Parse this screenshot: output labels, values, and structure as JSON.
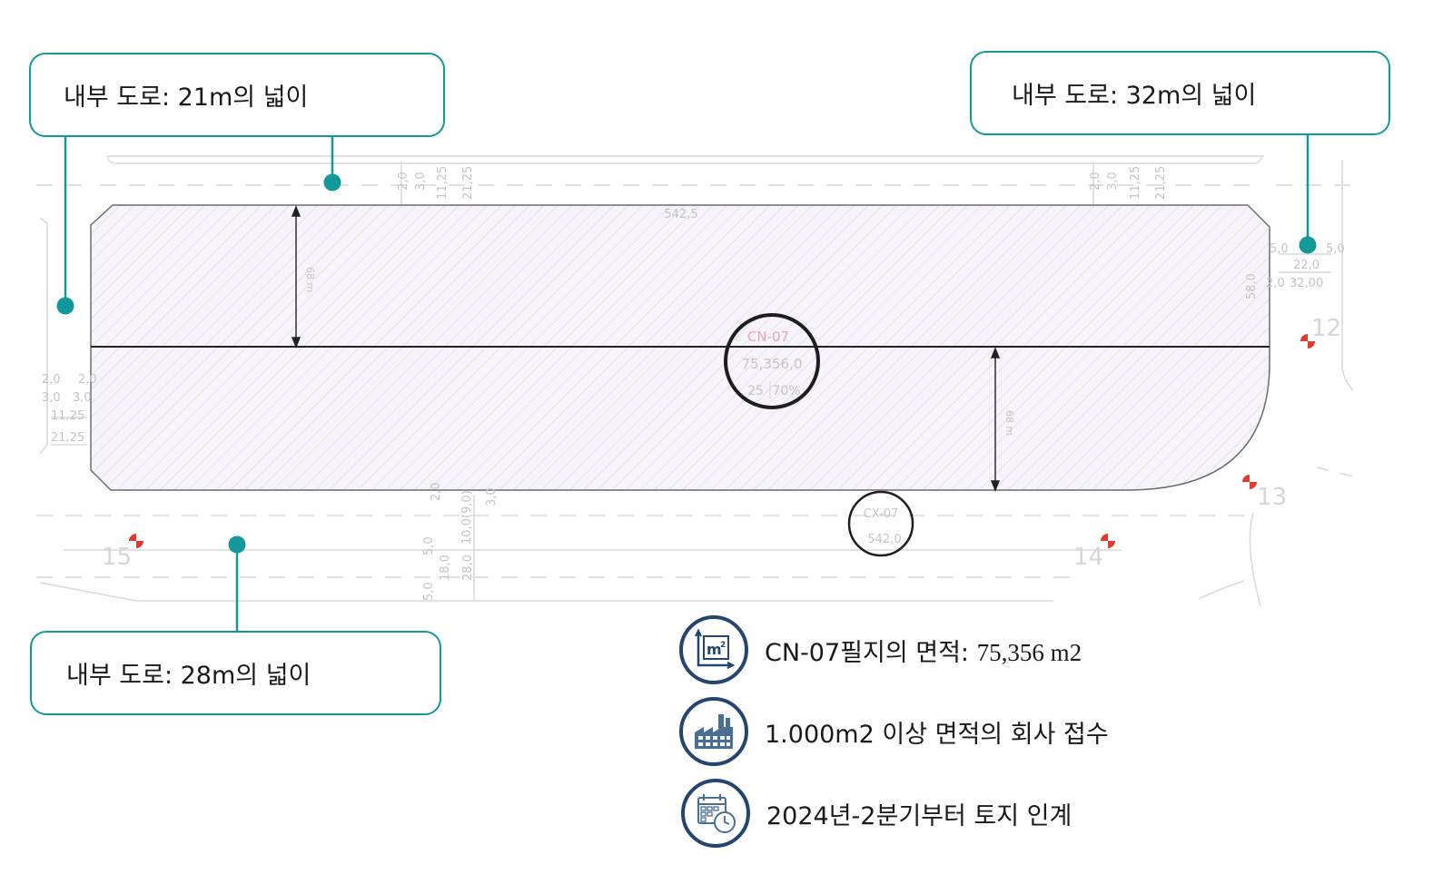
{
  "callouts": {
    "road_21": "내부 도로: 21m의 넓이",
    "road_32": "내부 도로: 32m의 넓이",
    "road_28": "내부 도로: 28m의 넓이"
  },
  "plan": {
    "lot_code": "CN-07",
    "lot_area": "75,356,0",
    "lot_ratio_left": "25",
    "lot_ratio_right": "70%",
    "green_code": "CX-07",
    "green_area": "542,0",
    "top_length": "542,5",
    "depth_top": "68 m",
    "depth_bottom": "68 m",
    "node_12": "12",
    "node_13": "13",
    "node_14": "14",
    "node_15": "15",
    "dims": {
      "d20": "2,0",
      "d30": "3,0",
      "d50": "5,0",
      "d1125": "11,25",
      "d2125": "21,25",
      "d220": "22,0",
      "d3200": "32,00",
      "d580": "58,0",
      "d180": "18,0",
      "d280": "28,0",
      "d1000": "10,0(9,0)"
    }
  },
  "info": {
    "area_prefix": "CN-07필지의 면적: ",
    "area_value": "75,356 m2",
    "companies": "1.000m2 이상 면적의 회사 접수",
    "handover": "2024년-2분기부터 토지 인계"
  },
  "icons": {
    "area": "m2-area-icon",
    "factory": "factory-icon",
    "calendar": "calendar-clock-icon"
  },
  "colors": {
    "teal": "#13999a",
    "navy": "#23456e",
    "marker_red": "#e23a2f"
  }
}
